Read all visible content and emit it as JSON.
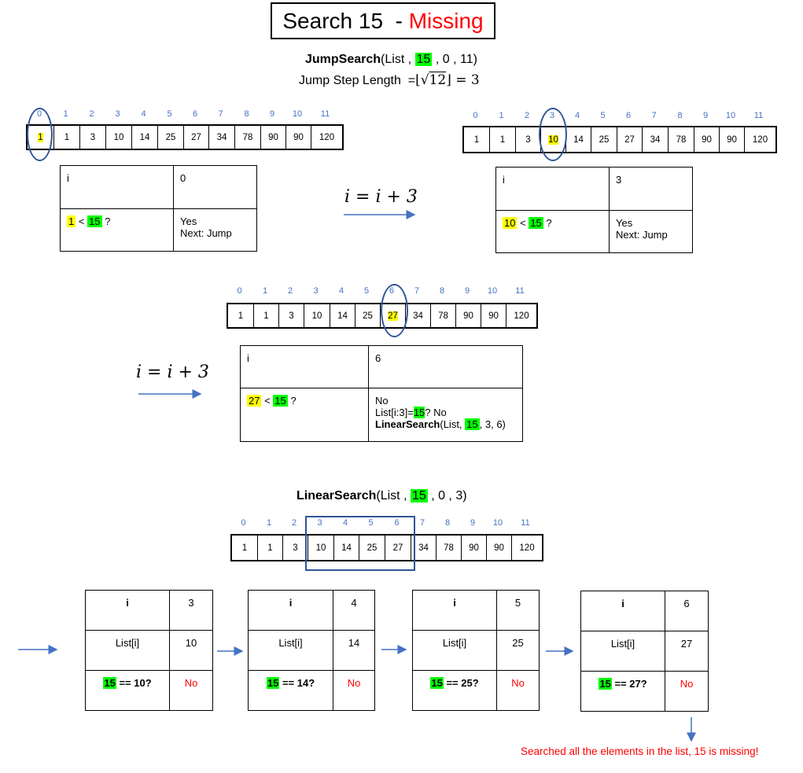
{
  "title": {
    "prefix": "Search 15  - ",
    "status": "Missing"
  },
  "jump_call": {
    "fn": "JumpSearch",
    "pre": "(List , ",
    "target": "15",
    "post": " , 0 , 11)"
  },
  "step_length": {
    "label": "Jump Step Length  =",
    "radicand": "12",
    "result": "= 3"
  },
  "jump_formula": "i = i + 3",
  "indices": [
    "0",
    "1",
    "2",
    "3",
    "4",
    "5",
    "6",
    "7",
    "8",
    "9",
    "10",
    "11"
  ],
  "values": [
    "1",
    "1",
    "3",
    "10",
    "14",
    "25",
    "27",
    "34",
    "78",
    "90",
    "90",
    "120"
  ],
  "stage1": {
    "i_label": "i",
    "i_value": "0",
    "cmp_left": "1",
    "cmp_op": " < ",
    "cmp_right": "15",
    "cmp_q": " ?",
    "result_line1": "Yes",
    "result_line2": "Next: Jump"
  },
  "stage2": {
    "i_label": "i",
    "i_value": "3",
    "cmp_left": "10",
    "cmp_op": " < ",
    "cmp_right": "15",
    "cmp_q": " ?",
    "result_line1": "Yes",
    "result_line2": "Next: Jump"
  },
  "stage3": {
    "i_label": "i",
    "i_value": "6",
    "cmp_left": "27",
    "cmp_op": " < ",
    "cmp_right": "15",
    "cmp_q": " ?",
    "result_line1": "No",
    "list_pre": "List[i:3]=",
    "list_target": "15",
    "list_post": "? No",
    "ls_fn": "LinearSearch",
    "ls_pre": "(List, ",
    "ls_target": "15",
    "ls_post": ", 3, 6)"
  },
  "linear_call": {
    "fn": "LinearSearch",
    "pre": "(List , ",
    "target": "15",
    "post": " , 0 , 3)"
  },
  "linear_steps": [
    {
      "i_label": "i",
      "i_value": "3",
      "list_label": "List[i]",
      "list_value": "10",
      "cmp_target": "15",
      "cmp_rest": " == 10?",
      "result": "No"
    },
    {
      "i_label": "i",
      "i_value": "4",
      "list_label": "List[i]",
      "list_value": "14",
      "cmp_target": "15",
      "cmp_rest": " == 14?",
      "result": "No"
    },
    {
      "i_label": "i",
      "i_value": "5",
      "list_label": "List[i]",
      "list_value": "25",
      "cmp_target": "15",
      "cmp_rest": " == 25?",
      "result": "No"
    },
    {
      "i_label": "i",
      "i_value": "6",
      "list_label": "List[i]",
      "list_value": "27",
      "cmp_target": "15",
      "cmp_rest": " == 27?",
      "result": "No"
    }
  ],
  "conclusion": "Searched all the elements in the list, 15 is missing!",
  "colors": {
    "missing": "#ff0000",
    "target_highlight": "#00ff00",
    "current_highlight": "#ffff00",
    "index_text": "#4472c4",
    "marker": "#2f5597",
    "no": "#ff0000"
  }
}
